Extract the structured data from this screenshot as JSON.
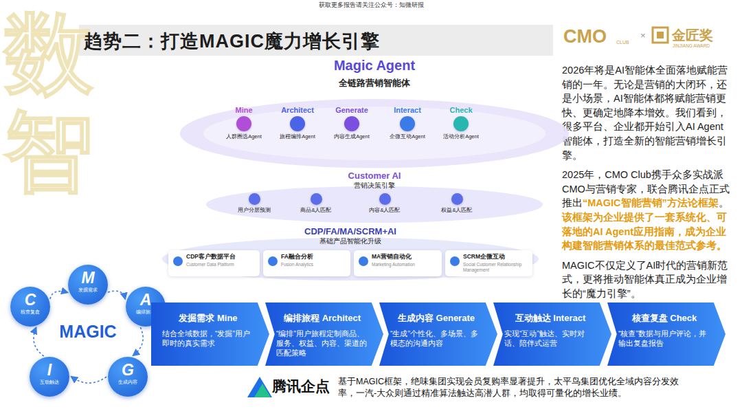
{
  "diagram": {
    "title": "趋势二：打造MAGIC魔力增长引擎",
    "caption": "基于MAGIC框架，绝味集团实现会员复购率显著提升，太平鸟集团优化全域内容分发效率，一汽-大众则通过精准算法触达高潜人群，均取得可量化的增长业绩。",
    "nodes": [
      {
        "text": [
          "Magic Agent",
          "全链路营销智能体"
        ]
      },
      {
        "text": [
          "Mine",
          "人群圈选Agent"
        ],
        "in": 0
      },
      {
        "text": [
          "Architect",
          "旅程编排Agent"
        ],
        "in": 0
      },
      {
        "text": [
          "Generate",
          "内容生成Agent"
        ],
        "in": 0
      },
      {
        "text": [
          "Interact",
          "企微互动Agent"
        ],
        "in": 0
      },
      {
        "text": [
          "Check",
          "活动分析Agent"
        ],
        "in": 0
      },
      {
        "text": [
          "Customer AI",
          "营销决策引擎"
        ]
      },
      {
        "text": [
          "用户分层预测"
        ],
        "in": 6
      },
      {
        "text": [
          "商品&人匹配"
        ],
        "in": 6
      },
      {
        "text": [
          "内容&人匹配"
        ],
        "in": 6
      },
      {
        "text": [
          "权益&人匹配"
        ],
        "in": 6
      },
      {
        "text": [
          "CDP/FA/MA/SCRM+AI",
          "基础产品智能化升级"
        ]
      },
      {
        "text": [
          "CDP客户数据平台",
          "Customer Data Platform"
        ],
        "in": 11
      },
      {
        "text": [
          "FA融合分析",
          "Fusion Analytics"
        ],
        "in": 11
      },
      {
        "text": [
          "MA营销自动化",
          "Marketing Automation"
        ],
        "in": 11
      },
      {
        "text": [
          "SCRM企微互动",
          "Social Customer Relationship Management"
        ],
        "in": 11
      },
      {
        "text": [
          "M",
          "发掘需求"
        ]
      },
      {
        "text": [
          "A",
          "编排旅程"
        ]
      },
      {
        "text": [
          "G",
          "生成内容"
        ]
      },
      {
        "text": [
          "I",
          "互动触达"
        ]
      },
      {
        "text": [
          "C",
          "核查复盘"
        ]
      },
      {
        "text": [
          "发掘需求 Mine",
          "结合全域数据，“发掘”用户即时的真实需求"
        ]
      },
      {
        "text": [
          "编排旅程 Architect",
          "“编排”用户旅程定制商品、服务、权益、内容、渠道的匹配策略"
        ]
      },
      {
        "text": [
          "生成内容 Generate",
          "“生成”个性化、多场景、多模态的沟通内容"
        ]
      },
      {
        "text": [
          "互动触达 Interact",
          "实现“互动”触达、实时对话、陪伴式运营"
        ]
      },
      {
        "text": [
          "核查复盘 Check",
          "“核查”数据与用户评论，并输出复盘报告"
        ]
      }
    ],
    "edges": [
      {
        "from": 16,
        "to": 17,
        "arrow": "to"
      },
      {
        "from": 17,
        "to": 18,
        "arrow": "to"
      },
      {
        "from": 18,
        "to": 19,
        "arrow": "to"
      },
      {
        "from": 19,
        "to": 20,
        "arrow": "to"
      },
      {
        "from": 20,
        "to": 16,
        "arrow": "to"
      }
    ],
    "labels": [
      "获取更多报告请关注公众号：知微研报",
      "CMO",
      "CLUB",
      "×",
      "金匠奖",
      "JINJIANG AWARD",
      "数智",
      "2026年将是AI智能体全面落地赋能营销的一年。无论是营销的大闭环，还是小场景，AI智能体都将赋能营销更快、更确定地降本增效。我们看到，很多平台、企业都开始引入AI Agent智能体，打造全新的智能营销增长引擎。",
      "2025年，CMO Club携手众多实战派CMO与营销专家，联合腾讯企点正式推出",
      "“MAGIC智能营销”方法论框架",
      "。",
      "该框架为企业提供了一套系统化、可落地的AI Agent应用指南，成为企业构建智能营销体系的最佳范式参考。",
      "MAGIC不仅定义了AI时代的营销新范式，更将推动智能体真正成为企业增长的“魔力引擎”。",
      "MAGIC",
      "腾讯企点"
    ]
  }
}
